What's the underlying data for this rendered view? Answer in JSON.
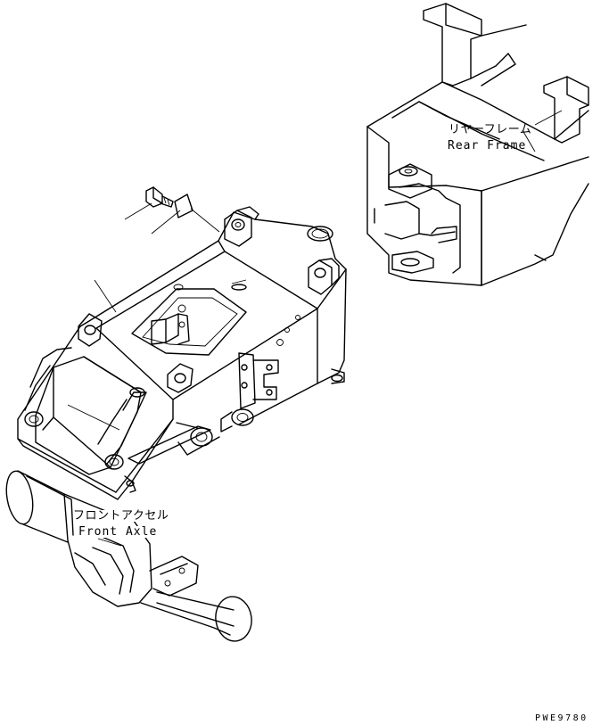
{
  "callouts": {
    "rear_frame": {
      "jp": "リヤーフレーム",
      "en": "Rear Frame"
    },
    "front_axle": {
      "jp": "フロントアクセル",
      "en": "Front Axle"
    }
  },
  "drawing_id": "PWE9780",
  "colors": {
    "line": "#000000",
    "background": "#ffffff"
  }
}
